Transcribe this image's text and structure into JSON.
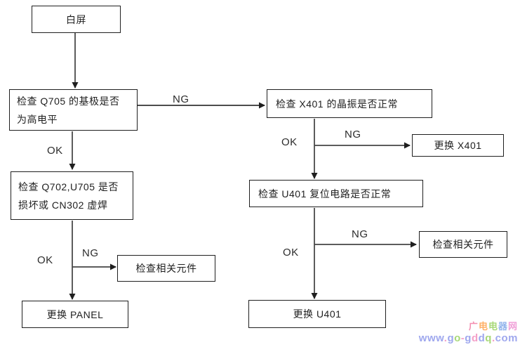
{
  "diagram": {
    "nodes": {
      "start": {
        "label": "白屏"
      },
      "check_q705": {
        "line1": "检查 Q705 的基极是否",
        "line2": "为高电平"
      },
      "check_q702": {
        "line1": "检查 Q702,U705 是否",
        "line2": "损坏或 CN302 虚焊"
      },
      "check_related_left": {
        "label": "检查相关元件"
      },
      "replace_panel": {
        "label": "更换 PANEL"
      },
      "check_x401": {
        "label": "检查 X401 的晶振是否正常"
      },
      "replace_x401": {
        "label": "更换 X401"
      },
      "check_u401": {
        "label": "检查 U401 复位电路是否正常"
      },
      "check_related_right": {
        "label": "检查相关元件"
      },
      "replace_u401": {
        "label": "更换 U401"
      }
    },
    "edge_labels": {
      "ok": "OK",
      "ng": "NG"
    },
    "colors": {
      "wire": "#333333",
      "box_border": "#1f1f1f",
      "background": "#ffffff"
    }
  },
  "watermark": {
    "line1_chars": [
      "广",
      "电",
      "电",
      "器",
      "网"
    ],
    "line1_colors": [
      "#f48fb1",
      "#ffb066",
      "#a8d878",
      "#92b4ec",
      "#f0a0d8"
    ],
    "line2_text": "www.go-gddq.com",
    "line2_colors": [
      "#9fa8ee",
      "#9fa8ee",
      "#9fa8ee",
      "#f4a0c8",
      "#9fa8ee",
      "#a8d878",
      "#f4a0c8",
      "#9fa8ee",
      "#f4a0c8",
      "#9fa8ee",
      "#a8d878",
      "#f4a0c8",
      "#9fa8ee",
      "#9fa8ee",
      "#9fa8ee"
    ]
  }
}
